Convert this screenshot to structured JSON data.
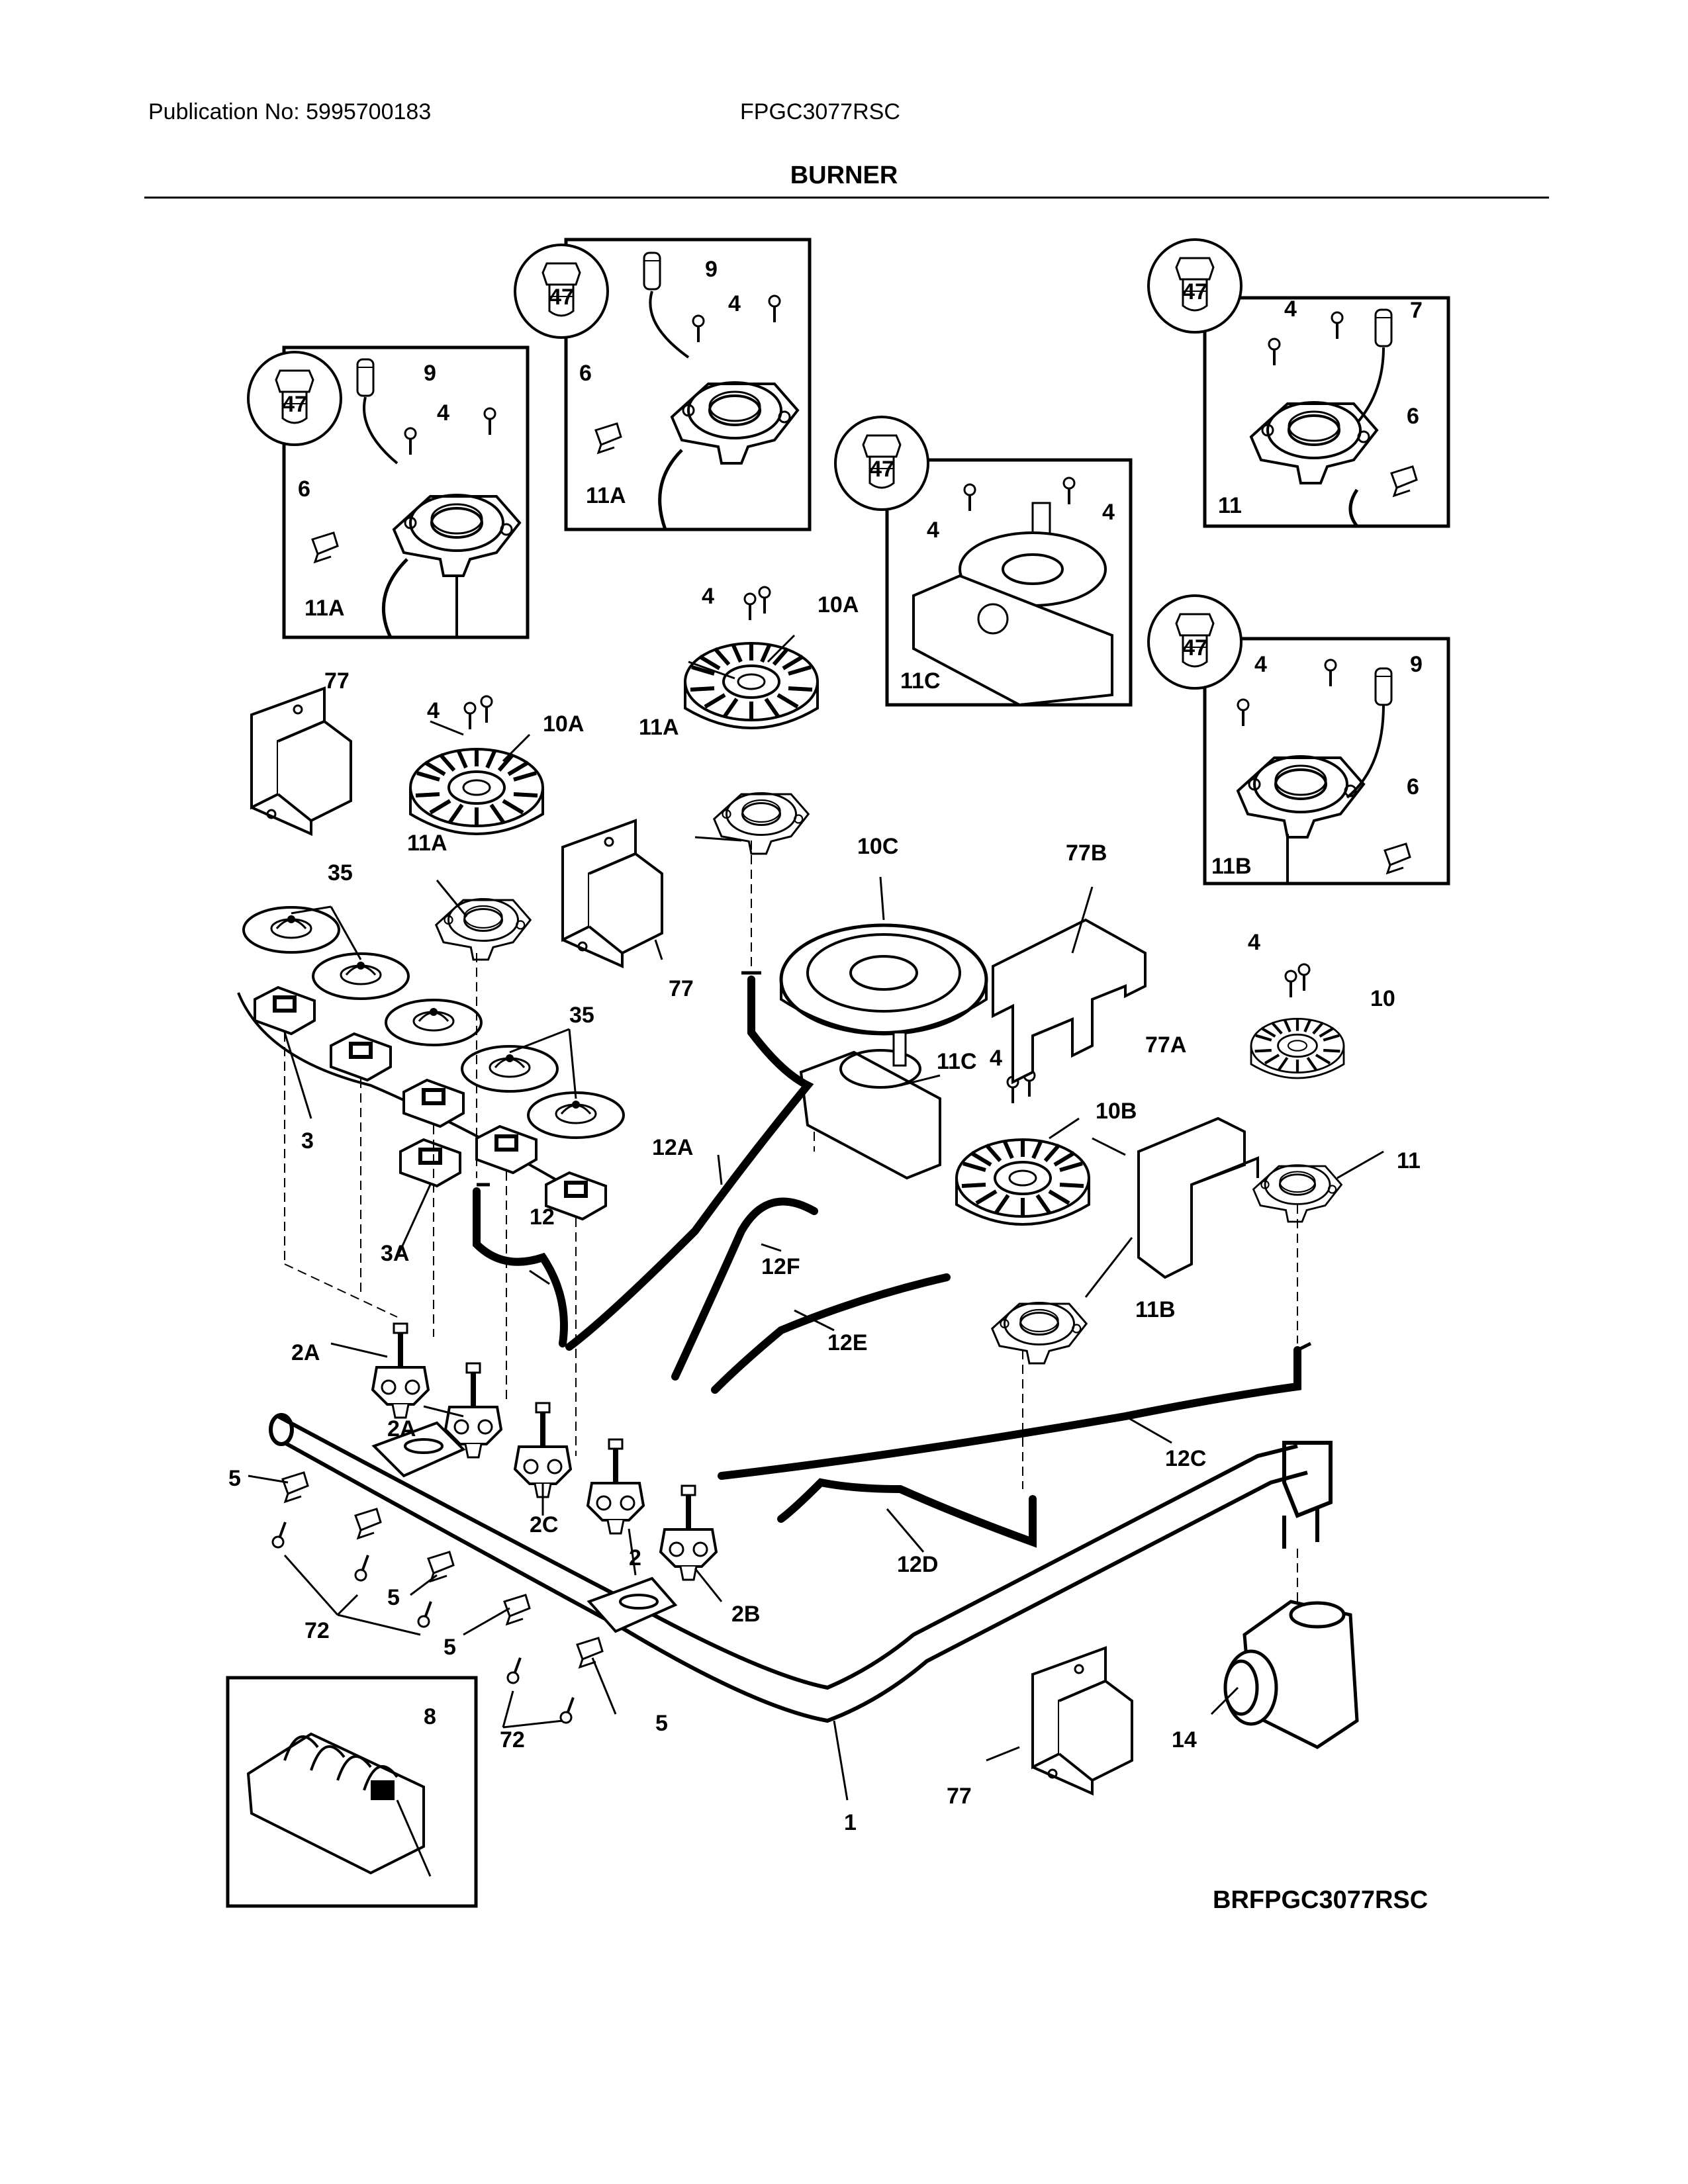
{
  "header": {
    "publication": "Publication No: 5995700183",
    "model": "FPGC3077RSC",
    "section_title": "BURNER"
  },
  "footer": {
    "diagram_code": "BRFPGC3077RSC"
  },
  "part_labels": {
    "p1": "1",
    "p2": "2",
    "p2A": "2A",
    "p2B": "2B",
    "p2C": "2C",
    "p3": "3",
    "p3A": "3A",
    "p4": "4",
    "p5": "5",
    "p6": "6",
    "p7": "7",
    "p8": "8",
    "p9": "9",
    "p10": "10",
    "p10A": "10A",
    "p10B": "10B",
    "p10C": "10C",
    "p11": "11",
    "p11A": "11A",
    "p11B": "11B",
    "p11C": "11C",
    "p12": "12",
    "p12A": "12A",
    "p12C": "12C",
    "p12D": "12D",
    "p12E": "12E",
    "p12F": "12F",
    "p14": "14",
    "p35": "35",
    "p47": "47",
    "p72": "72",
    "p77": "77",
    "p77A": "77A",
    "p77B": "77B"
  }
}
